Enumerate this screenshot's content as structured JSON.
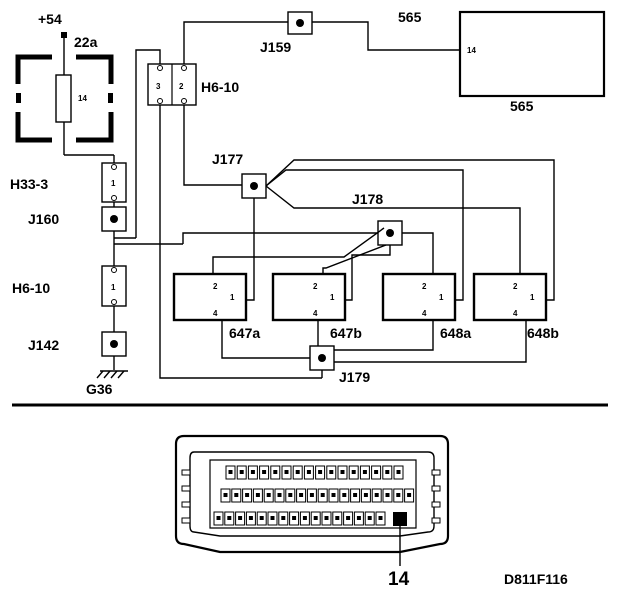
{
  "labels": {
    "plus54": "+54",
    "wire_22a": "22a",
    "h33_3": "H33-3",
    "j160": "J160",
    "h6_10_left": "H6-10",
    "j142": "J142",
    "g36": "G36",
    "h6_10_top": "H6-10",
    "j159": "J159",
    "n565_top": "565",
    "n565_bottom": "565",
    "j177": "J177",
    "j178": "J178",
    "j179": "J179",
    "n647a": "647a",
    "n647b": "647b",
    "n648a": "648a",
    "n648b": "648b",
    "pin14_callout": "14",
    "figure_code": "D811F116"
  },
  "pins": {
    "relay_14": "14",
    "ecu_14": "14",
    "conn_h33_1": "1",
    "conn_h610_1": "1",
    "conn_top_3": "3",
    "conn_top_2": "2",
    "mod_2": "2",
    "mod_1": "1",
    "mod_4": "4"
  }
}
